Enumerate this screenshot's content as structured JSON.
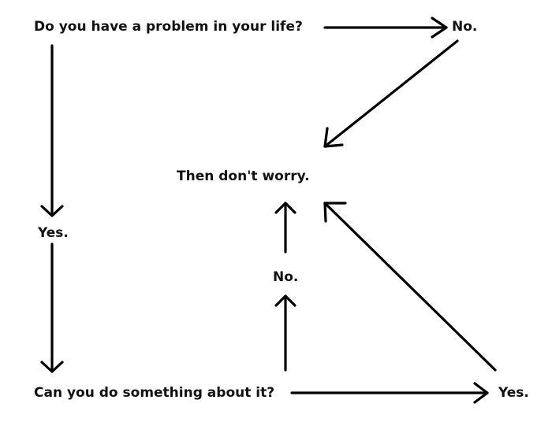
{
  "nodes": {
    "question_problem": "Do you have a problem in your life?",
    "answer_no_top": "No.",
    "result": "Then don't worry.",
    "answer_yes_left": "Yes.",
    "answer_no_middle": "No.",
    "question_fix": "Can you do something about it?",
    "answer_yes_bottom": "Yes."
  },
  "edges": [
    {
      "from": "question_problem",
      "to": "answer_no_top"
    },
    {
      "from": "answer_no_top",
      "to": "result"
    },
    {
      "from": "question_problem",
      "to": "answer_yes_left"
    },
    {
      "from": "answer_yes_left",
      "to": "question_fix"
    },
    {
      "from": "question_fix",
      "to": "answer_no_middle"
    },
    {
      "from": "answer_no_middle",
      "to": "result"
    },
    {
      "from": "question_fix",
      "to": "answer_yes_bottom"
    },
    {
      "from": "answer_yes_bottom",
      "to": "result"
    }
  ],
  "colors": {
    "line": "#000000",
    "text": "#111111",
    "background": "#ffffff"
  }
}
